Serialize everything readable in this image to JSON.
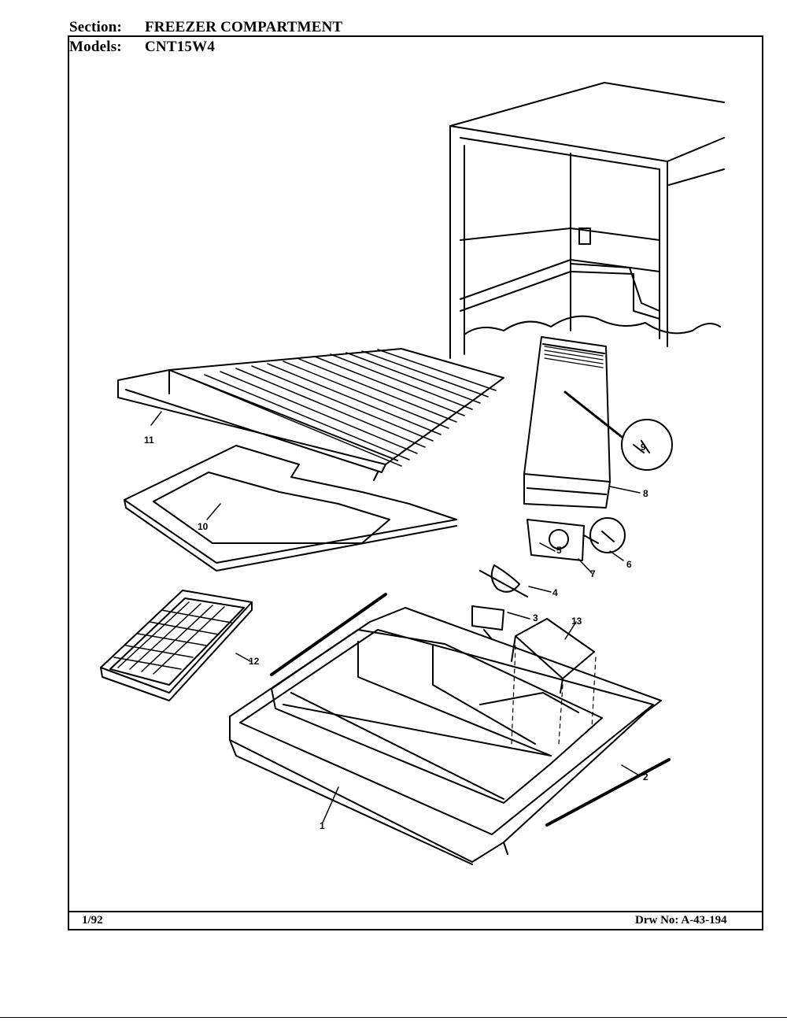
{
  "header": {
    "section_label": "Section:",
    "section_value": "FREEZER COMPARTMENT",
    "models_label": "Models:",
    "models_value": "CNT15W4"
  },
  "footer": {
    "date": "1/92",
    "drawing_number": "Drw No: A-43-194"
  },
  "callouts": [
    "1",
    "2",
    "3",
    "4",
    "5",
    "6",
    "7",
    "8",
    "9",
    "10",
    "11",
    "12",
    "13"
  ]
}
